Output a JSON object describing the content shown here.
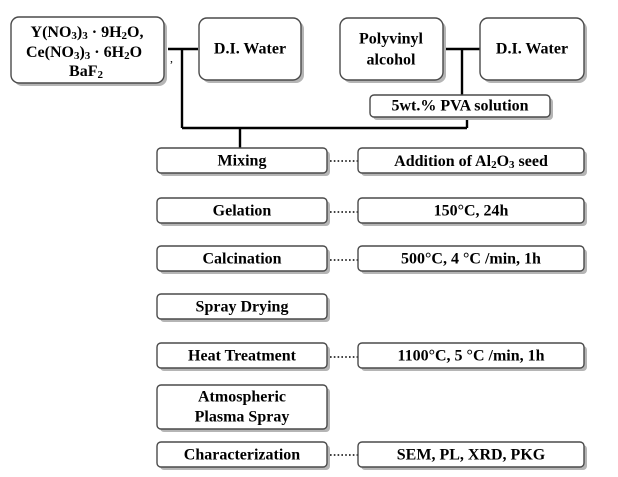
{
  "inputs": {
    "precursors": [
      "Y(NO",
      "3",
      ")",
      "3",
      " · 9H",
      "2",
      "O,",
      "Ce(NO",
      "3",
      ")",
      "3",
      " · 6H",
      "2",
      "O",
      "BaF",
      "2"
    ],
    "comma": ",",
    "water_left": "D.I. Water",
    "pva_line1": "Polyvinyl",
    "pva_line2": "alcohol",
    "water_right": "D.I. Water",
    "pva_solution": "5wt.%  PVA solution"
  },
  "steps": [
    {
      "label": "Mixing"
    },
    {
      "label": "Gelation"
    },
    {
      "label": "Calcination"
    },
    {
      "label": "Spray Drying"
    },
    {
      "label": "Heat Treatment"
    },
    {
      "label_line1": "Atmospheric",
      "label_line2": "Plasma Spray"
    },
    {
      "label": "Characterization"
    }
  ],
  "conditions": {
    "mixing_pre": "Addition of Al",
    "mixing_sub": "2",
    "mixing_mid": "O",
    "mixing_sub2": "3",
    "mixing_post": " seed",
    "gelation": "150°C, 24h",
    "calcination": "500°C, 4 °C /min, 1h",
    "heat_treatment": "1100°C, 5 °C /min, 1h",
    "characterization": "SEM, PL, XRD, PKG"
  }
}
